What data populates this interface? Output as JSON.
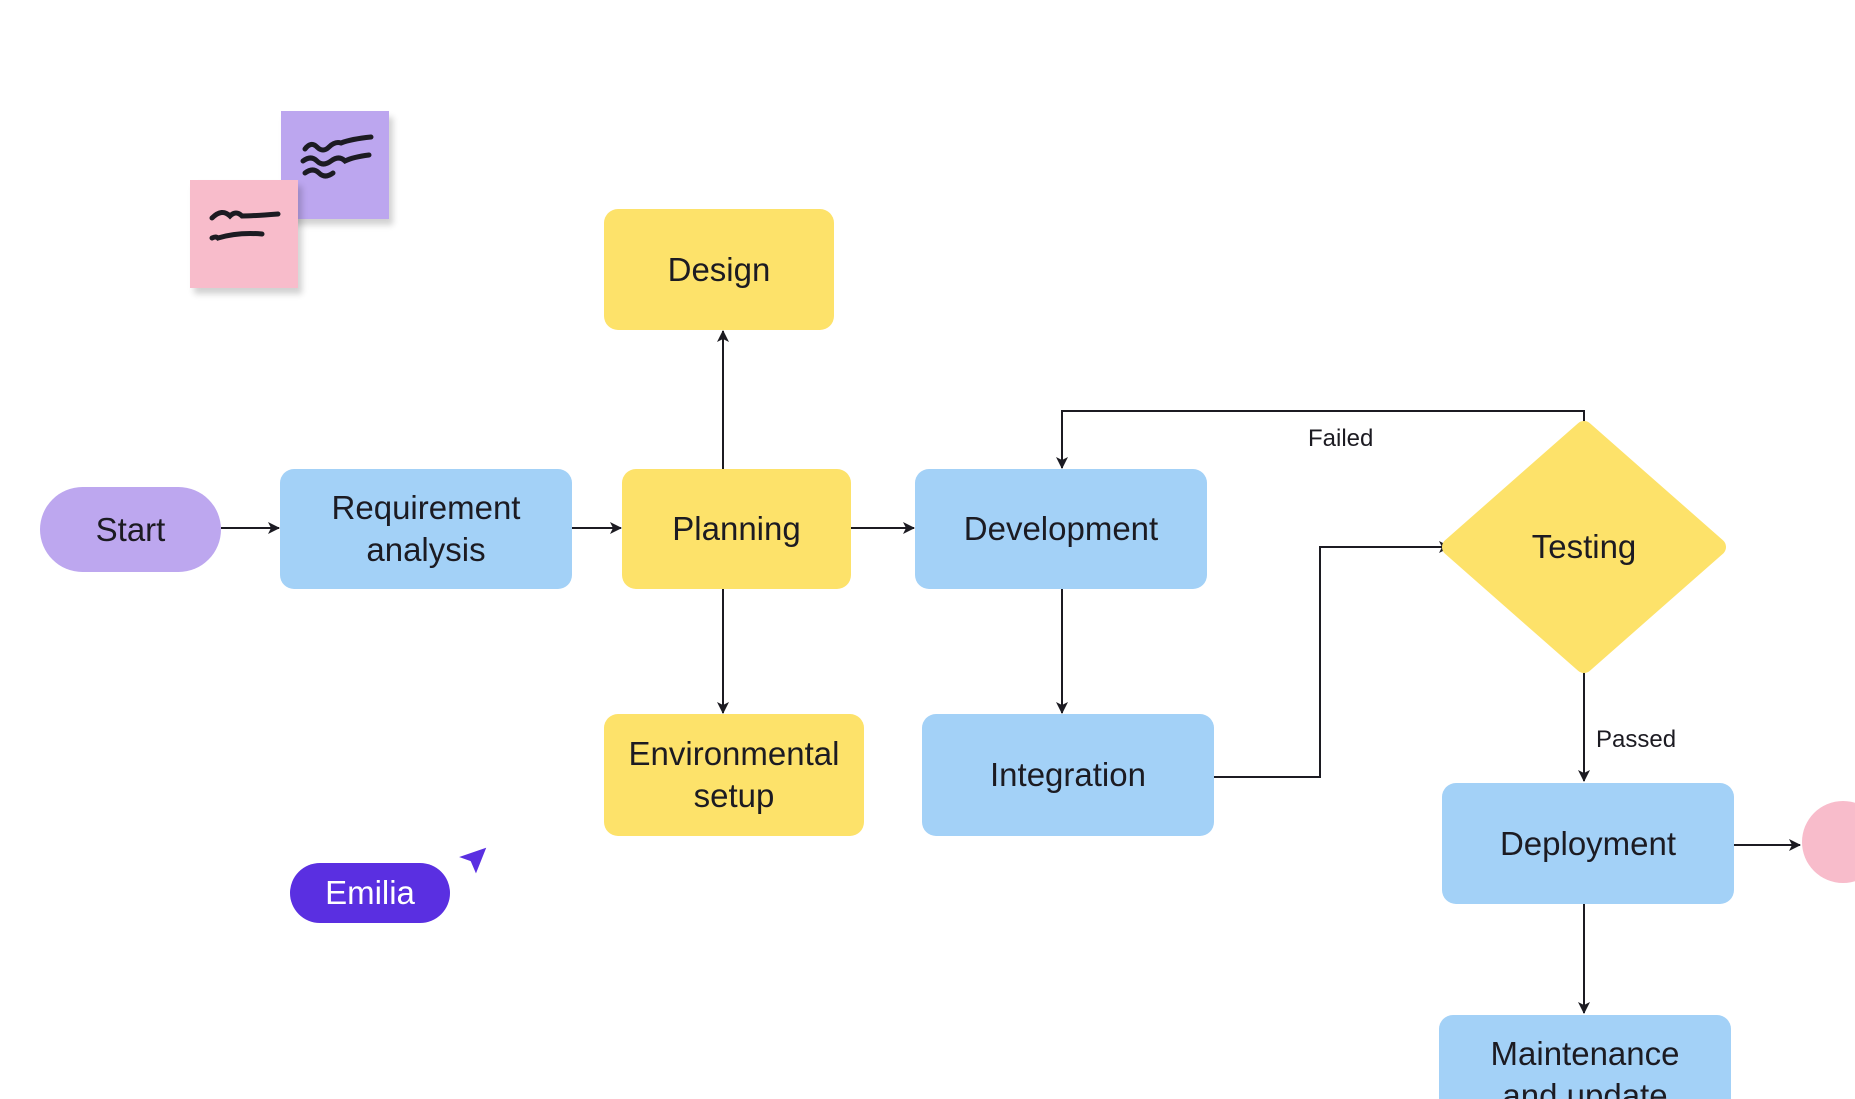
{
  "colors": {
    "process_blue": "#a3d1f7",
    "process_yellow": "#fde26a",
    "terminator_purple": "#bda7ef",
    "sticky_purple": "#bca6ef",
    "sticky_pink": "#f8bccb",
    "end_pink": "#f8bccb",
    "user_tag": "#5a2fe1",
    "connector": "#1c1b22"
  },
  "nodes": {
    "start": "Start",
    "requirement": "Requirement\nanalysis",
    "planning": "Planning",
    "design": "Design",
    "environmental": "Environmental\nsetup",
    "development": "Development",
    "integration": "Integration",
    "testing": "Testing",
    "deployment": "Deployment",
    "maintenance": "Maintenance\nand update"
  },
  "edge_labels": {
    "failed": "Failed",
    "passed": "Passed"
  },
  "collaborator": {
    "name": "Emilia",
    "cursor_icon": "cursor-arrow-icon"
  },
  "sticky_notes": [
    {
      "color": "purple",
      "content": "handwritten-scribble"
    },
    {
      "color": "pink",
      "content": "handwritten-scribble"
    }
  ]
}
